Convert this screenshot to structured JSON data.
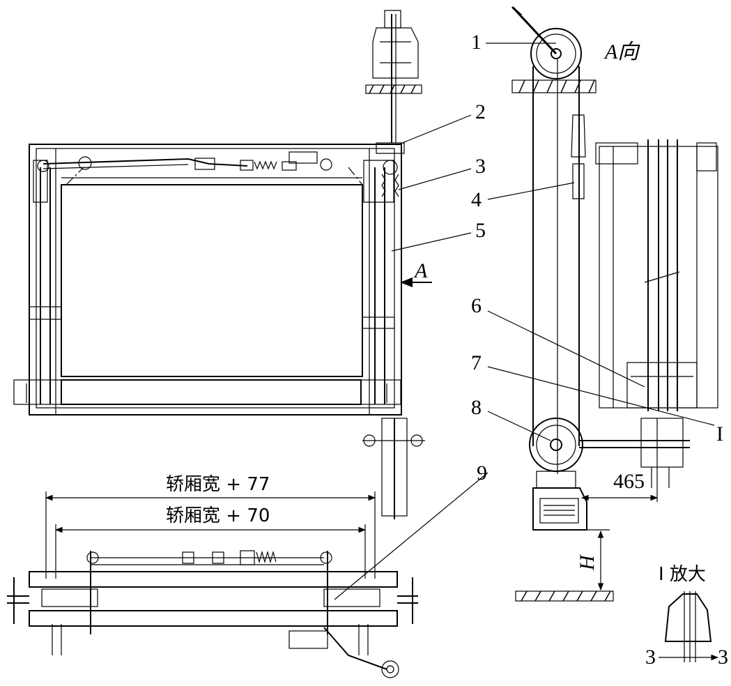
{
  "callouts": [
    "1",
    "2",
    "3",
    "4",
    "5",
    "6",
    "7",
    "8",
    "9",
    "I"
  ],
  "view_a_label": "A向",
  "arrow_a_label": "A",
  "dim_465": "465",
  "dim_h": "H",
  "dim_car_width_77": "轿厢宽 + 77",
  "dim_car_width_70": "轿厢宽 + 70",
  "detail_title": "I 放大",
  "section_left": "3",
  "section_right": "3"
}
